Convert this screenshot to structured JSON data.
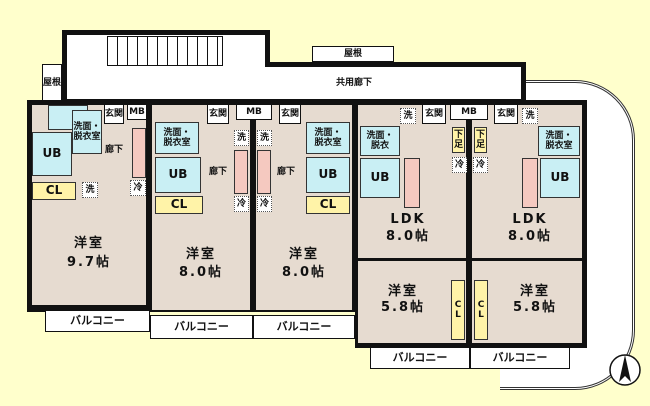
{
  "labels": {
    "roof_left": "屋根",
    "roof_top": "屋根",
    "common_corridor": "共用廊下"
  },
  "units": [
    {
      "entrance": "玄関",
      "mb": "MB",
      "washroom": "洗面・\n脱衣室",
      "bath": "UB",
      "closet": "CL",
      "hall": "廊下",
      "washer": "洗",
      "fridge": "冷",
      "room": "洋室",
      "size": "9.7帖",
      "balcony": "バルコニー"
    },
    {
      "entrance": "玄関",
      "washroom": "洗面・\n脱衣室",
      "bath": "UB",
      "closet": "CL",
      "hall": "廊下",
      "washer": "洗",
      "fridge": "冷",
      "room": "洋室",
      "size": "8.0帖",
      "balcony": "バルコニー"
    },
    {
      "entrance": "玄関",
      "washroom": "洗面・\n脱衣室",
      "bath": "UB",
      "closet": "CL",
      "hall": "廊下",
      "washer": "洗",
      "fridge": "冷",
      "room": "洋室",
      "size": "8.0帖",
      "balcony": "バルコニー"
    },
    {
      "entrance": "玄関",
      "mb": "MB",
      "washroom": "洗面・\n脱衣",
      "bath": "UB",
      "shoe": "下\n足",
      "washer": "洗",
      "fridge": "冷",
      "ldk": "LDK",
      "ldk_size": "8.0帖",
      "room": "洋室",
      "size": "5.8帖",
      "closet": "C\nL",
      "balcony": "バルコニー"
    },
    {
      "entrance": "玄関",
      "washroom": "洗面・\n脱衣室",
      "bath": "UB",
      "shoe": "下\n足",
      "washer": "洗",
      "fridge": "冷",
      "ldk": "LDK",
      "ldk_size": "8.0帖",
      "room": "洋室",
      "size": "5.8帖",
      "closet": "C\nL",
      "balcony": "バルコニー"
    }
  ],
  "mb_shared": "MB",
  "north_icon": "north-arrow-icon",
  "colors": {
    "background": "#ffffcc",
    "floor": "#e6dbd0",
    "bath": "#c9eff4",
    "closet": "#fff3a8",
    "kitchen": "#f5c9c0"
  }
}
